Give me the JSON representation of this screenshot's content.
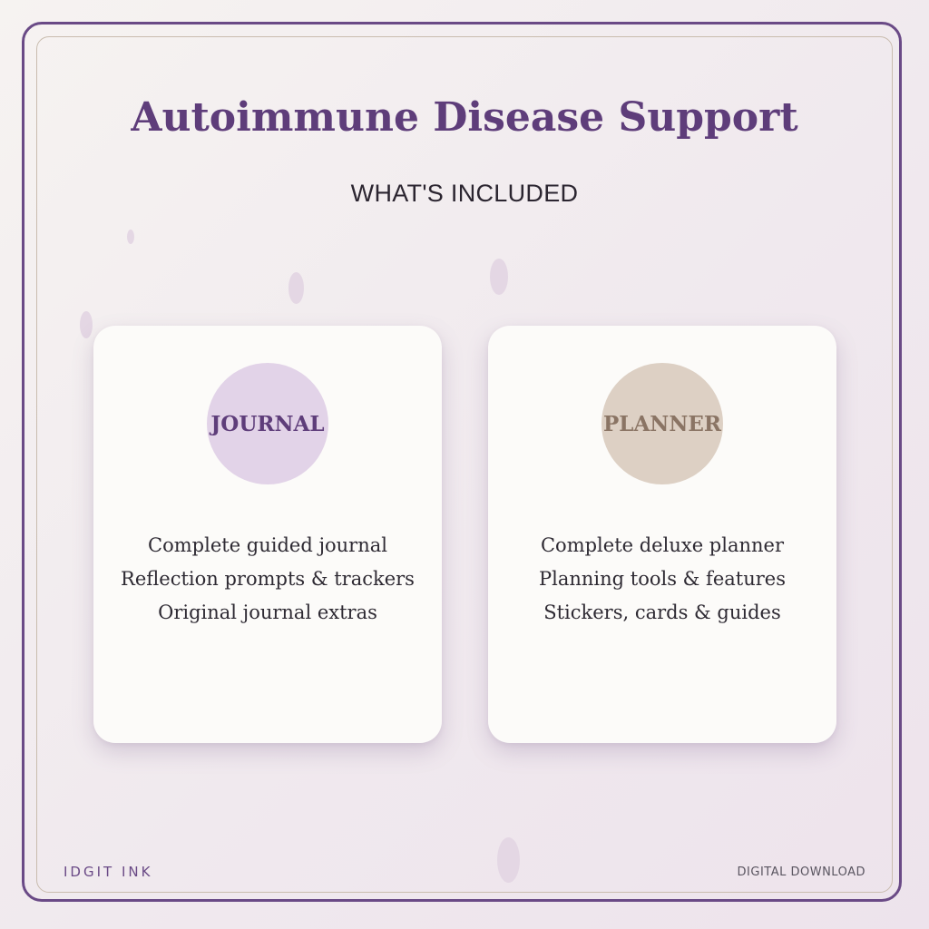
{
  "header": {
    "title": "Autoimmune Disease Support",
    "subtitle": "WHAT'S INCLUDED"
  },
  "cards": [
    {
      "badge": "JOURNAL",
      "features": [
        "Complete guided journal",
        "Reflection prompts & trackers",
        "Original journal extras"
      ]
    },
    {
      "badge": "PLANNER",
      "features": [
        "Complete deluxe planner",
        "Planning tools & features",
        "Stickers, cards & guides"
      ]
    }
  ],
  "footer": {
    "brand": "IDGIT INK",
    "format": "DIGITAL DOWNLOAD"
  },
  "colors": {
    "accent_purple": "#5e3d7a",
    "journal_badge": "#e2d3e8",
    "planner_badge": "#ddd0c4",
    "card_background": "#fcfbf9"
  }
}
